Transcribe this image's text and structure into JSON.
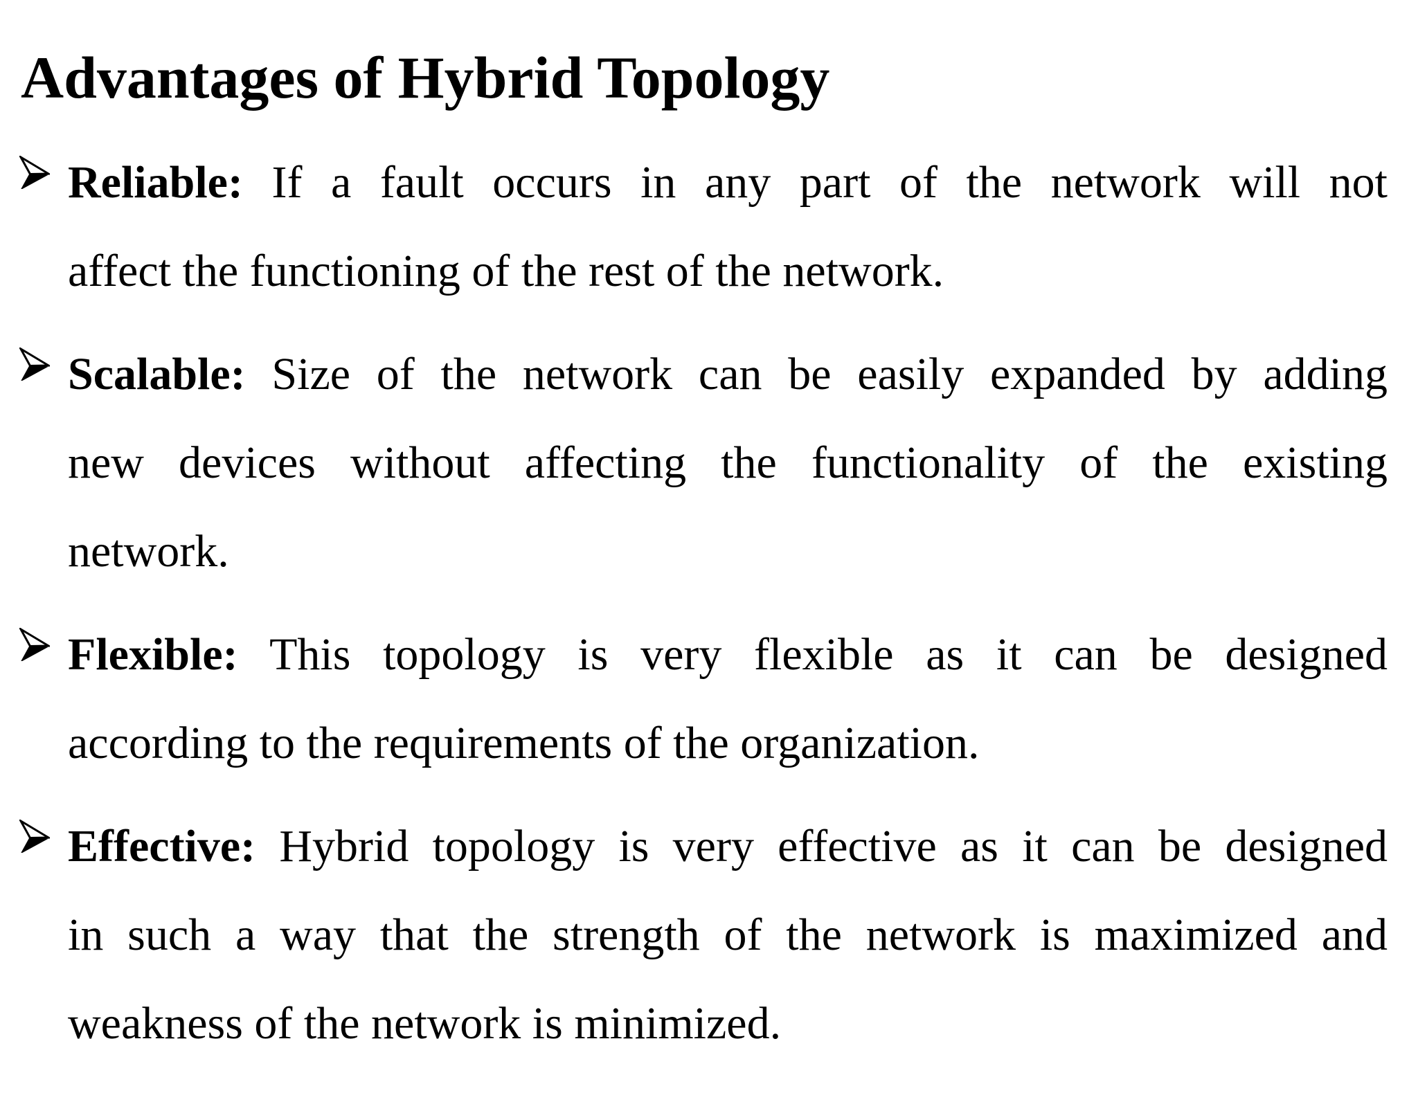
{
  "page": {
    "background_color": "#ffffff",
    "text_color": "#000000"
  },
  "title": "Advantages of Hybrid Topology",
  "bullet_icon": "three-d-rightwards-arrowhead",
  "bullets": [
    {
      "label": "Reliable:",
      "lines": [
        "If a fault occurs in any part of the network will not",
        "affect the functioning of the rest of the network."
      ]
    },
    {
      "label": "Scalable:",
      "lines": [
        "Size of the network can be easily expanded by adding",
        "new devices without affecting the functionality of the existing",
        "network."
      ]
    },
    {
      "label": "Flexible:",
      "lines": [
        "This topology is very flexible as it can be designed",
        "according to the requirements of the organization."
      ]
    },
    {
      "label": "Effective:",
      "lines": [
        "Hybrid topology is very effective as it can be designed",
        "in such a way that the strength of the network is maximized and",
        "weakness of the network is minimized."
      ]
    }
  ]
}
